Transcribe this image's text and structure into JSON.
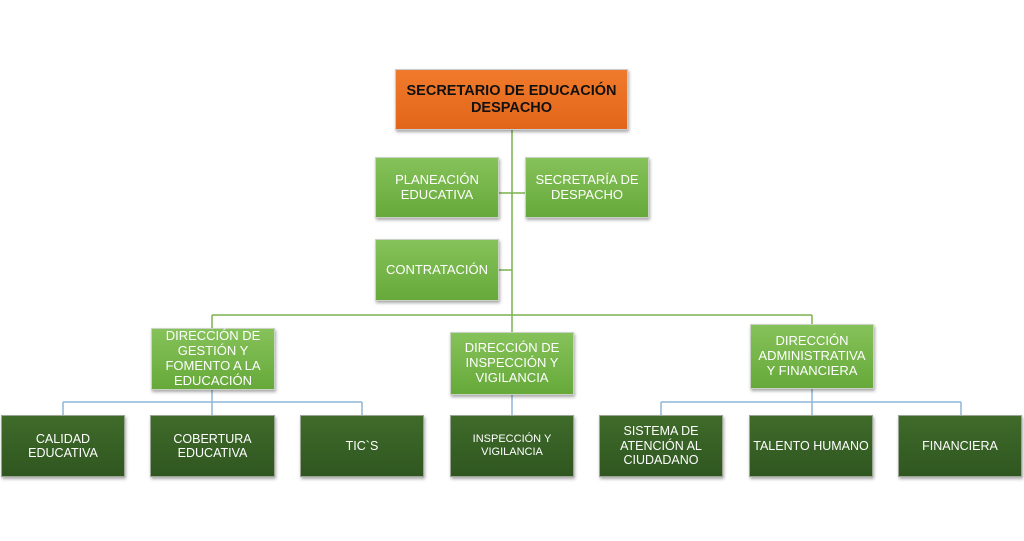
{
  "root": {
    "line1": "SECRETARIO DE EDUCACIÓN",
    "line2": "DESPACHO"
  },
  "staff": {
    "planeacion": "PLANEACIÓN EDUCATIVA",
    "secretaria": "SECRETARÍA DE DESPACHO",
    "contratacion": "CONTRATACIÓN"
  },
  "directions": {
    "gestion": "DIRECCIÓN DE GESTIÓN Y FOMENTO A LA EDUCACIÓN",
    "inspeccion": "DIRECCIÓN DE INSPECCIÓN Y VIGILANCIA",
    "administrativa": "DIRECCIÓN ADMINISTRATIVA Y FINANCIERA"
  },
  "units": {
    "calidad": "CALIDAD EDUCATIVA",
    "cobertura": "COBERTURA EDUCATIVA",
    "tics": "TIC`S",
    "inspeccion": "INSPECCIÓN Y VIGILANCIA",
    "atencion": "SISTEMA DE ATENCIÓN AL CIUDADANO",
    "talento": "TALENTO HUMANO",
    "financiera": "FINANCIERA"
  },
  "colors": {
    "root": "#e8701f",
    "mid": "#76b449",
    "low": "#375f25",
    "connector_main": "#7ab34f",
    "connector_sub": "#8fb6d9"
  }
}
